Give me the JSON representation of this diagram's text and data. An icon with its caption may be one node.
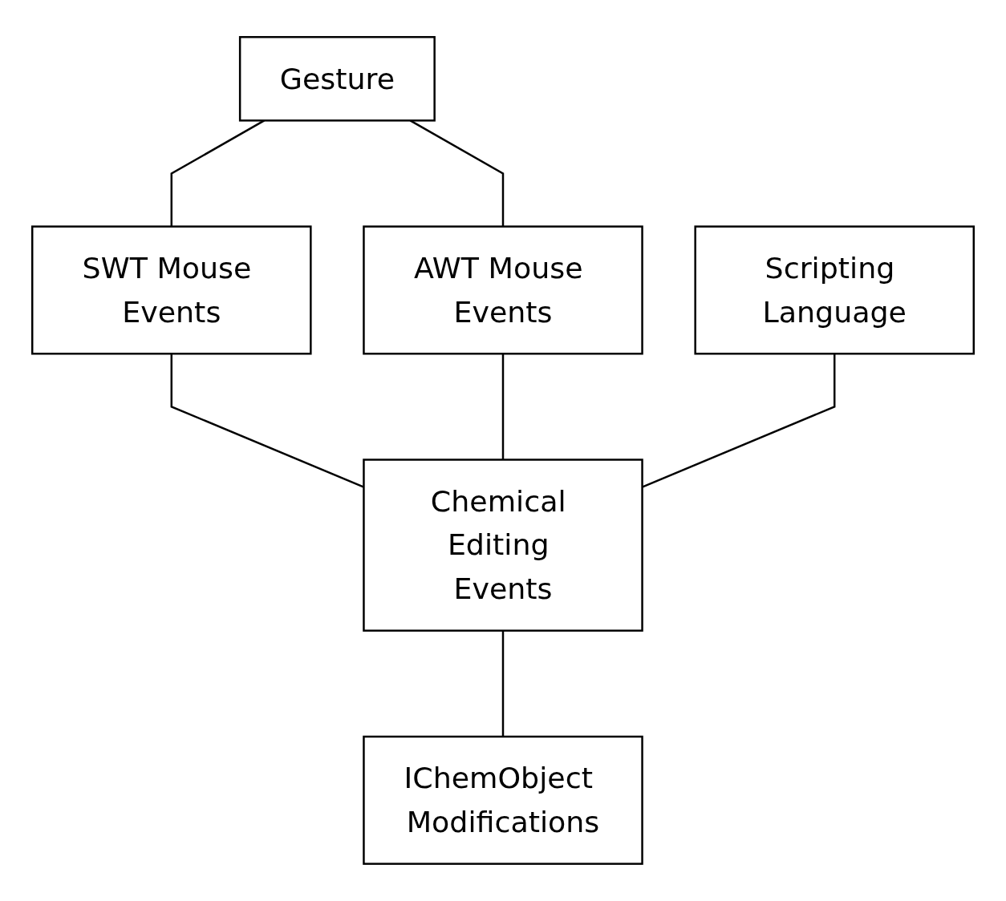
{
  "diagram": {
    "nodes": [
      {
        "text": [
          "Gesture"
        ]
      },
      {
        "text": [
          "SWT Mouse Events"
        ]
      },
      {
        "text": [
          "AWT Mouse Events"
        ]
      },
      {
        "text": [
          "Scripting Language"
        ]
      },
      {
        "text": [
          "Chemical Editing Events"
        ]
      },
      {
        "text": [
          "IChemObject Modifications"
        ]
      }
    ],
    "edges": [
      {
        "from": 0,
        "to": 1,
        "arrow": "none"
      },
      {
        "from": 0,
        "to": 2,
        "arrow": "none"
      },
      {
        "from": 1,
        "to": 4,
        "arrow": "none"
      },
      {
        "from": 2,
        "to": 4,
        "arrow": "none"
      },
      {
        "from": 3,
        "to": 4,
        "arrow": "none"
      },
      {
        "from": 4,
        "to": 5,
        "arrow": "none"
      }
    ]
  }
}
